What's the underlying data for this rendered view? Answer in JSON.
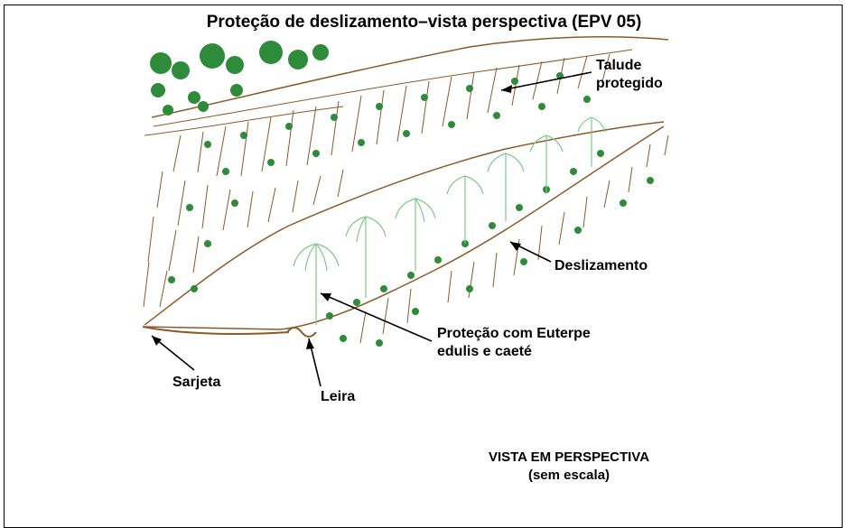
{
  "title": "Proteção de deslizamento–vista perspectiva (EPV 05)",
  "labels": {
    "talude_line1": "Talude",
    "talude_line2": "protegido",
    "deslizamento": "Deslizamento",
    "protecao_line1": "Proteção com Euterpe",
    "protecao_line2": "edulis e caeté",
    "sarjeta": "Sarjeta",
    "leira": "Leira"
  },
  "footer": {
    "line1": "VISTA EM PERSPECTIVA",
    "line2": "(sem escala)"
  },
  "colors": {
    "earth": "#8b5a2b",
    "vegetation": "#2e8b3a",
    "palm": "#7fc98a",
    "text": "#000000"
  }
}
